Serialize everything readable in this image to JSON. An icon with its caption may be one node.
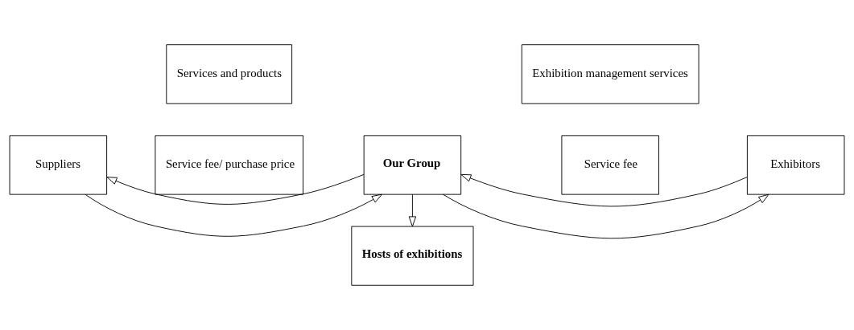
{
  "diagram": {
    "nodes": [
      {
        "text": [
          "Suppliers"
        ]
      },
      {
        "text": [
          "Service fee/ purchase price"
        ]
      },
      {
        "text": [
          "Our Group"
        ]
      },
      {
        "text": [
          "Service fee"
        ]
      },
      {
        "text": [
          "Exhibitors"
        ]
      },
      {
        "text": [
          "Services and products"
        ]
      },
      {
        "text": [
          "Hosts of exhibitions"
        ]
      },
      {
        "text": [
          "Exhibition management services"
        ]
      }
    ],
    "edges": [
      {
        "from": 2,
        "to": 0,
        "arrow": "to"
      },
      {
        "from": 0,
        "to": 2,
        "arrow": "to"
      },
      {
        "from": 4,
        "to": 2,
        "arrow": "to"
      },
      {
        "from": 2,
        "to": 4,
        "arrow": "to"
      },
      {
        "from": 2,
        "to": 6,
        "arrow": "to"
      }
    ]
  }
}
